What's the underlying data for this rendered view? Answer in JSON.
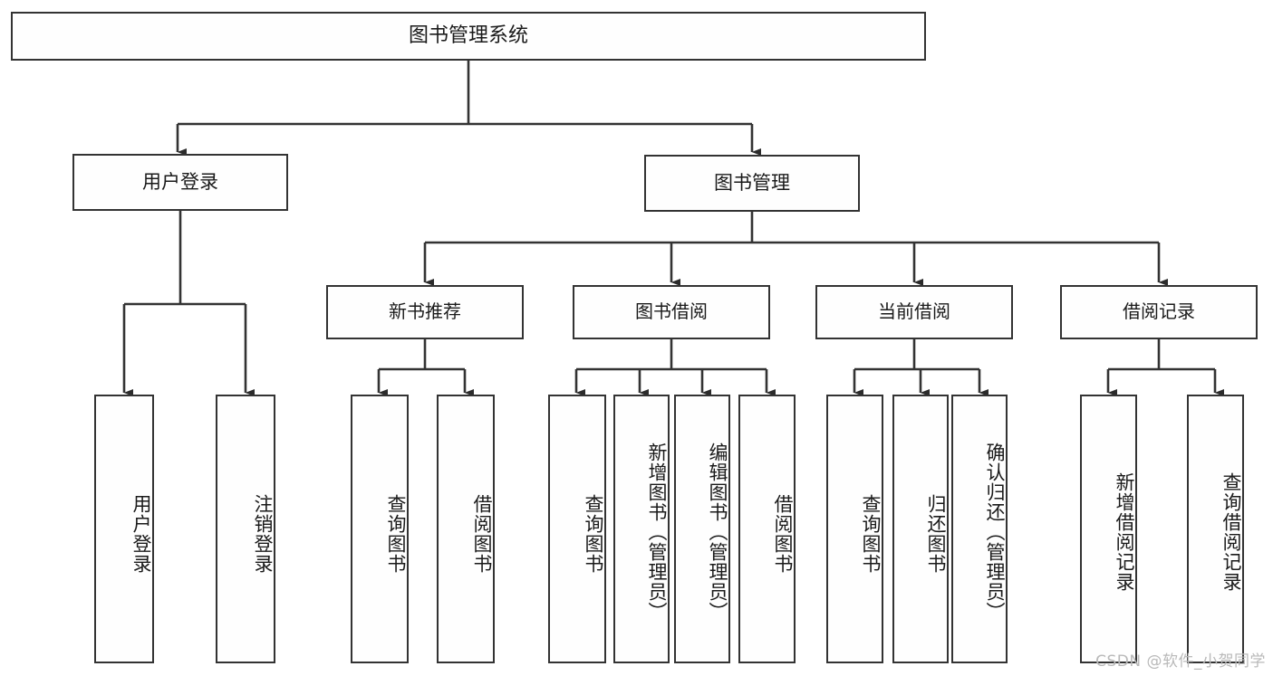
{
  "diagram": {
    "title": "图书管理系统",
    "watermark": "CSDN @软件_小贺同学",
    "line_color": "#333333",
    "box_fill": "#fefefe",
    "text_color": "#1a1a1a",
    "nodes": {
      "root": "图书管理系统",
      "user_login": "用户登录",
      "book_manage": "图书管理",
      "new_book_rec": "新书推荐",
      "book_borrow": "图书借阅",
      "current_borrow": "当前借阅",
      "borrow_record": "借阅记录",
      "leaf_user_login": "用户登录",
      "leaf_logout_login": "注销登录",
      "leaf_query_book_a": "查询图书",
      "leaf_borrow_book_a": "借阅图书",
      "leaf_query_book_b": "查询图书",
      "leaf_add_book_admin": "新增图书（管理员）",
      "leaf_edit_book_admin": "编辑图书（管理员）",
      "leaf_borrow_book_b": "借阅图书",
      "leaf_query_book_c": "查询图书",
      "leaf_return_book": "归还图书",
      "leaf_confirm_return_admin": "确认归还（管理员）",
      "leaf_add_borrow_record": "新增借阅记录",
      "leaf_query_borrow_record": "查询借阅记录"
    }
  }
}
